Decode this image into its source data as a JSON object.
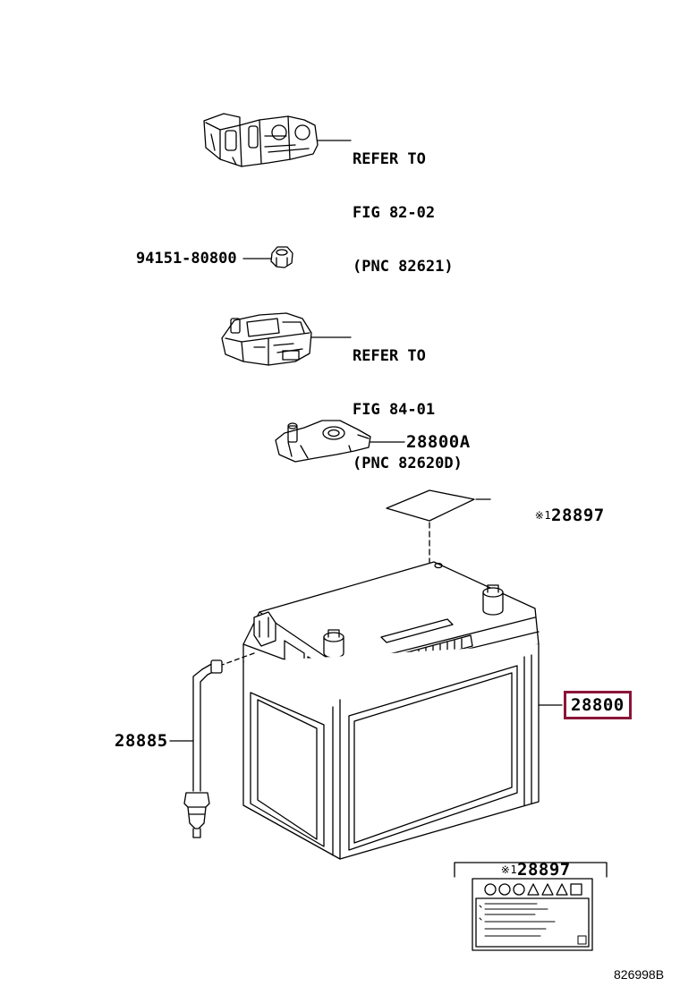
{
  "labels": {
    "terminal_top_ref": [
      "REFER TO",
      "FIG 82-02",
      "(PNC 82621)"
    ],
    "nut_part": "94151-80800",
    "terminal_mid_ref": [
      "REFER TO",
      "FIG 84-01",
      "(PNC 82620D)"
    ],
    "clamp_part": "28800A",
    "top_label_mark": "※1",
    "top_label_part": "28897",
    "battery_part": "28800",
    "vent_hose_part": "28885",
    "bottom_label_mark": "※1",
    "bottom_label_part": "28897"
  },
  "figure_number": "826998B",
  "colors": {
    "highlight": "#8a1538",
    "line": "#000000"
  }
}
